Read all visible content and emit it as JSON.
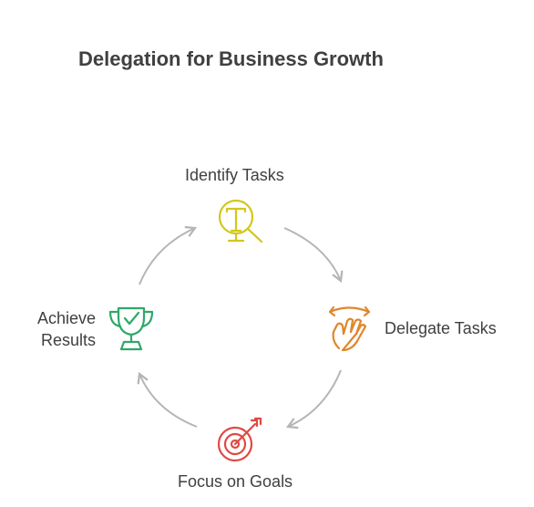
{
  "title": "Delegation for Business Growth",
  "steps": [
    {
      "label": "Identify Tasks",
      "icon": "magnifier-text-icon",
      "color": "#d4c61a"
    },
    {
      "label": "Delegate Tasks",
      "icon": "hand-swap-icon",
      "color": "#e0862b"
    },
    {
      "label": "Focus on Goals",
      "icon": "target-arrow-icon",
      "color": "#df4a43"
    },
    {
      "label_line1": "Achieve",
      "label_line2": "Results",
      "icon": "trophy-check-icon",
      "color": "#2fa86a"
    }
  ],
  "arrow_color": "#b5b5b5"
}
